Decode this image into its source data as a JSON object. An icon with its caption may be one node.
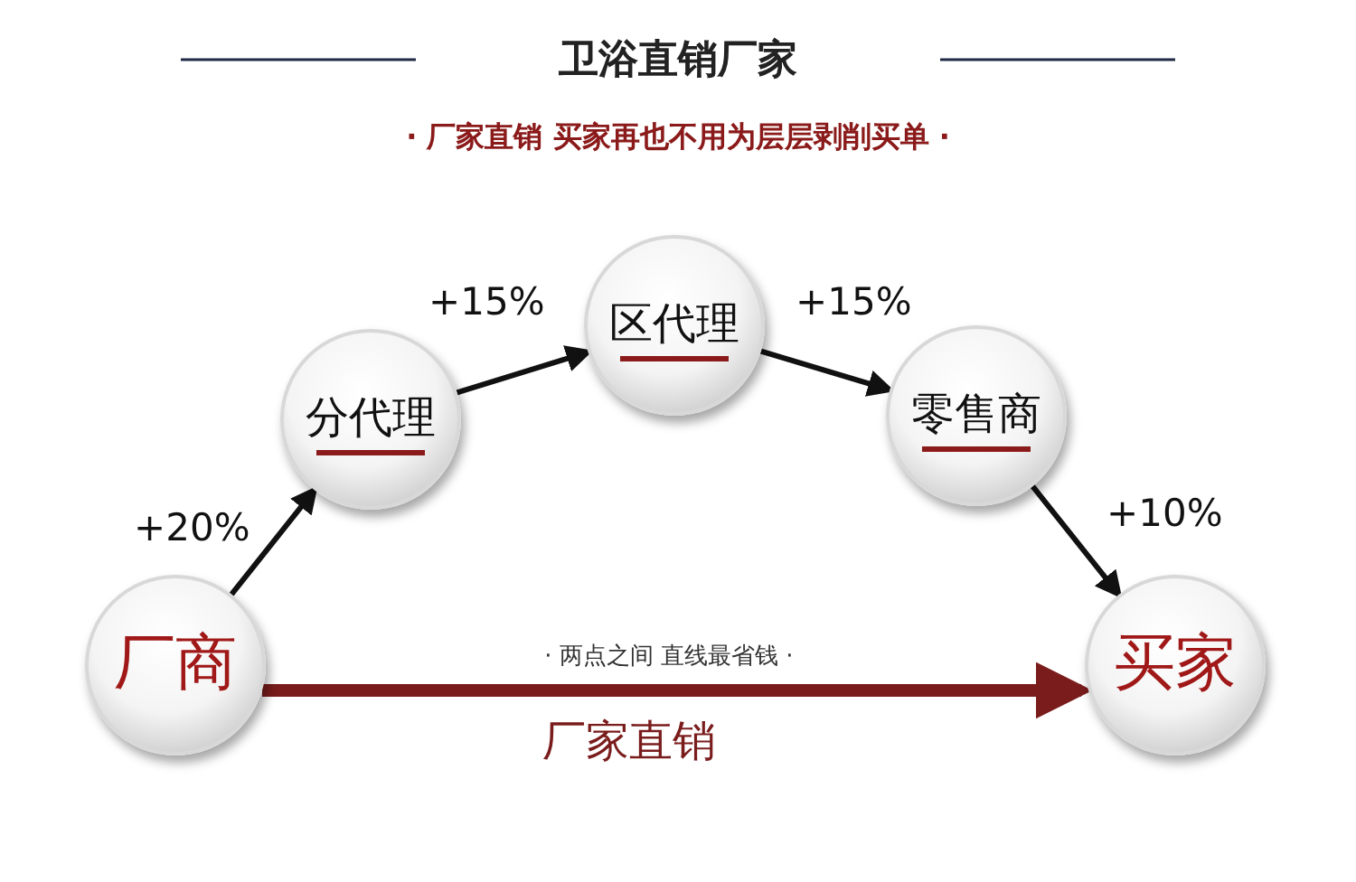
{
  "diagram": {
    "title": "卫浴直销厂家",
    "nodes": [
      {
        "text": [
          "厂商"
        ]
      },
      {
        "text": [
          "分代理"
        ]
      },
      {
        "text": [
          "区代理"
        ]
      },
      {
        "text": [
          "零售商"
        ]
      },
      {
        "text": [
          "买家"
        ]
      }
    ],
    "edges": [
      {
        "from": 0,
        "to": 1,
        "arrow": "to",
        "label": "+20%"
      },
      {
        "from": 1,
        "to": 2,
        "arrow": "to",
        "label": "+15%"
      },
      {
        "from": 2,
        "to": 3,
        "arrow": "to",
        "label": "+15%"
      },
      {
        "from": 3,
        "to": 4,
        "arrow": "to",
        "label": "+10%"
      },
      {
        "from": 0,
        "to": 4,
        "arrow": "to",
        "label": "厂家直销",
        "style": "thick",
        "color": "#7a1c1c"
      }
    ],
    "labels": [
      "· 厂家直销 买家再也不用为层层剥削买单 ·",
      "· 两点之间 直线最省钱 ·"
    ]
  }
}
